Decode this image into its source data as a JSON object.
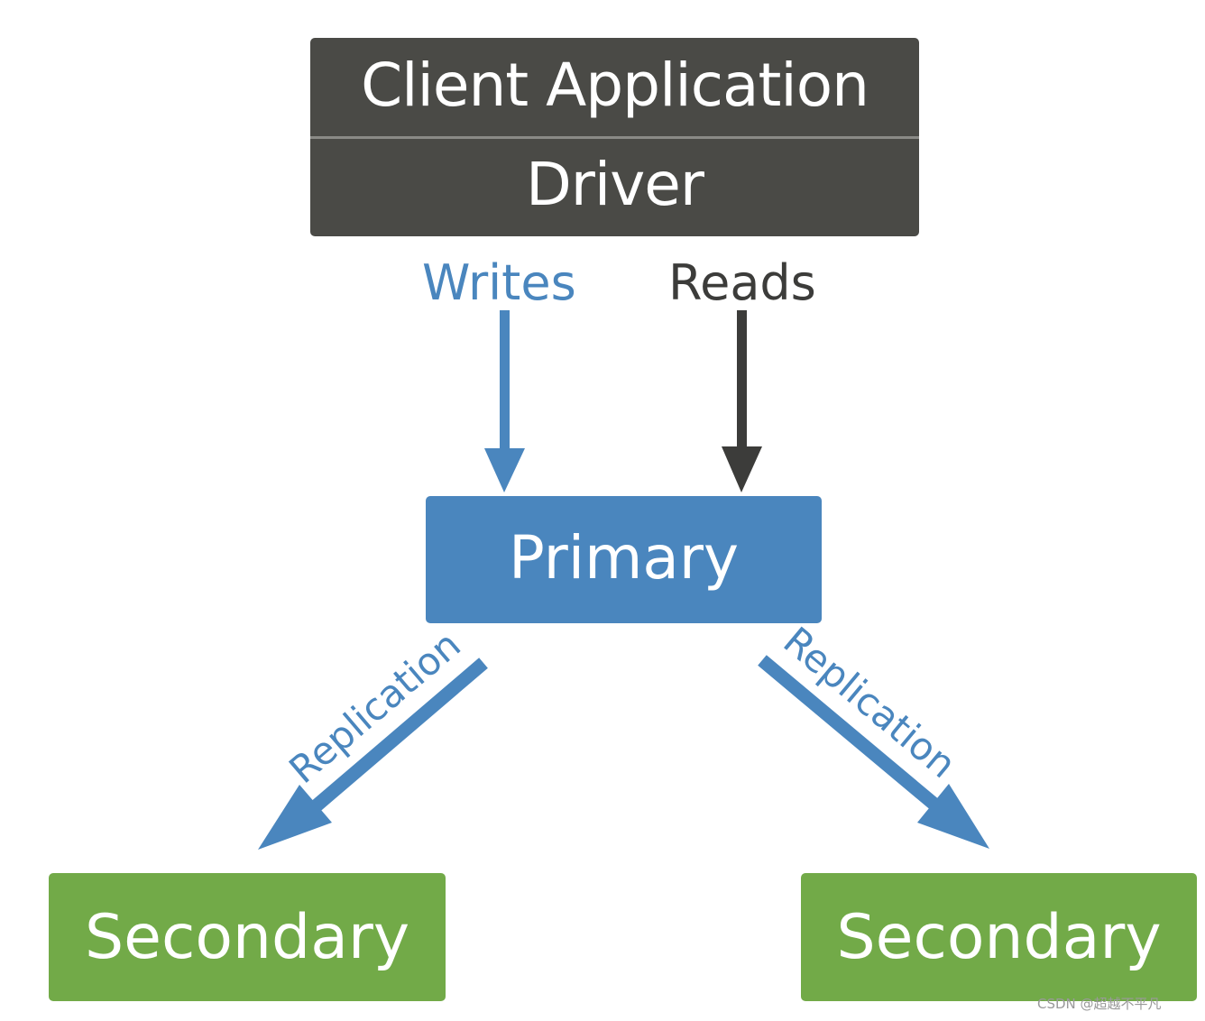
{
  "client": {
    "application_label": "Client Application",
    "driver_label": "Driver"
  },
  "flows": {
    "writes_label": "Writes",
    "reads_label": "Reads"
  },
  "nodes": {
    "primary_label": "Primary",
    "secondary_left_label": "Secondary",
    "secondary_right_label": "Secondary"
  },
  "replication": {
    "left_label": "Replication",
    "right_label": "Replication"
  },
  "watermark": "CSDN @超越不平凡",
  "colors": {
    "client_box": "#4a4a46",
    "primary": "#4a86be",
    "secondary": "#72aa48",
    "writes_arrow": "#4a86be",
    "reads_arrow": "#3c3c3a",
    "replication_arrow": "#4a86be"
  }
}
